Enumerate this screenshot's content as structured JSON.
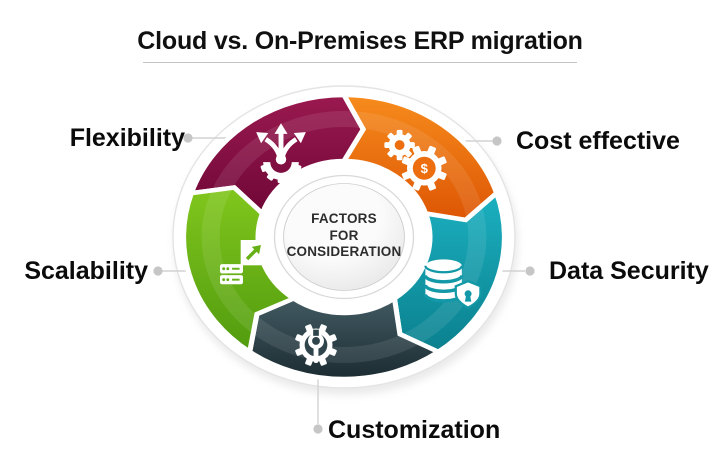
{
  "title": "Cloud vs. On-Premises ERP migration",
  "wheel": {
    "center_label": "FACTORS\nFOR\nCONSIDERATION",
    "connector_color": "#d2d2d2",
    "dot_color": "#c6c6c6",
    "segments": [
      {
        "id": "flexibility",
        "label": "Flexibility",
        "icon": "branch-arrows-icon",
        "color_light": "#9B1A50",
        "color_dark": "#6E0636",
        "color_mid": "#8C0F45"
      },
      {
        "id": "cost-effective",
        "label": "Cost effective",
        "icon": "gears-dollar-icon",
        "color_light": "#F78D1D",
        "color_dark": "#DC5303",
        "color_mid": "#EC6E0E"
      },
      {
        "id": "data-security",
        "label": "Data Security",
        "icon": "database-shield-icon",
        "color_light": "#1CB2C2",
        "color_dark": "#0A7E8C",
        "color_mid": "#1298A6"
      },
      {
        "id": "customization",
        "label": "Customization",
        "icon": "gear-wrench-icon",
        "color_light": "#445C64",
        "color_dark": "#1A2A30",
        "color_mid": "#30444C"
      },
      {
        "id": "scalability",
        "label": "Scalability",
        "icon": "server-scale-icon",
        "color_light": "#81C71D",
        "color_dark": "#4F990E",
        "color_mid": "#67B117"
      }
    ]
  },
  "colors": {
    "text": "#0b0b0b",
    "underline": "#c3c3c3",
    "center_text": "#2d2d2d"
  }
}
